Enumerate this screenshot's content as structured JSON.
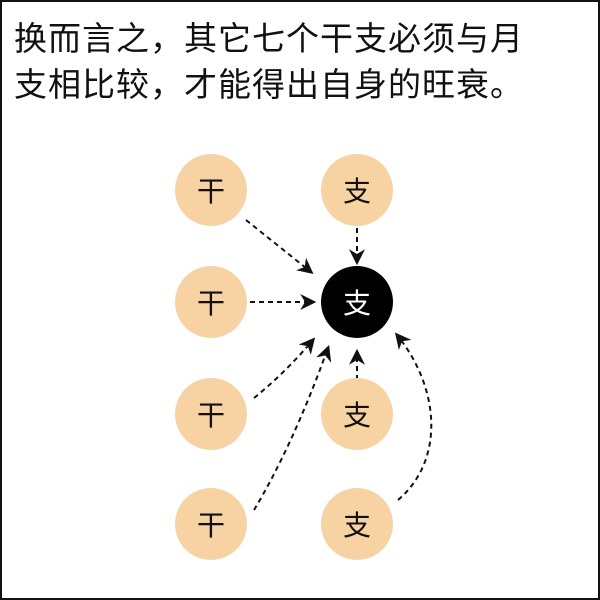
{
  "caption": {
    "line1": "换而言之，其它七个干支必须与月",
    "line2": "支相比较，才能得出自身的旺衰。"
  },
  "diagram": {
    "center_node": "支",
    "outer_nodes": [
      "干",
      "支",
      "干",
      "干",
      "支",
      "干",
      "支"
    ]
  },
  "colors": {
    "node_fill": "#f7d3a4",
    "center_fill": "#000000",
    "center_text": "#ffffff",
    "arrow": "#111111"
  }
}
